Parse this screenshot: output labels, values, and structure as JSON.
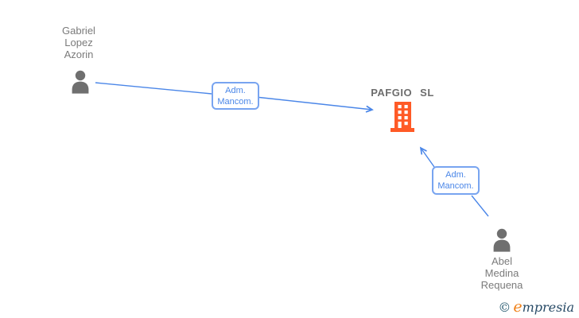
{
  "diagram": {
    "type": "corporate-relationship-graph",
    "background_color": "#ffffff",
    "colors": {
      "connector_blue": "#4a86e8",
      "label_border_blue": "#78a4f0",
      "person_gray": "#6f6f6f",
      "name_text_gray": "#7b7b7b",
      "company_text_gray": "#6d6d6d",
      "building_orange": "#ff5a26",
      "watermark_navy": "#274a66",
      "watermark_orange": "#f08119"
    },
    "nodes": {
      "person1": {
        "full_name": "Gabriel Lopez Azorin",
        "lines": [
          "Gabriel",
          "Lopez",
          "Azorin"
        ]
      },
      "person2": {
        "full_name": "Abel Medina Requena",
        "lines": [
          "Abel",
          "Medina",
          "Requena"
        ]
      },
      "company": {
        "label": "PAFGIO SL"
      }
    },
    "edges": [
      {
        "from": "Gabriel Lopez Azorin",
        "to": "PAFGIO SL",
        "label_lines": [
          "Adm.",
          "Mancom."
        ]
      },
      {
        "from": "Abel Medina Requena",
        "to": "PAFGIO SL",
        "label_lines": [
          "Adm.",
          "Mancom."
        ]
      }
    ],
    "watermark": {
      "copyright": "©",
      "brand_first_letter": "e",
      "brand_rest": "mpresia",
      "brand_full": "empresia"
    }
  }
}
